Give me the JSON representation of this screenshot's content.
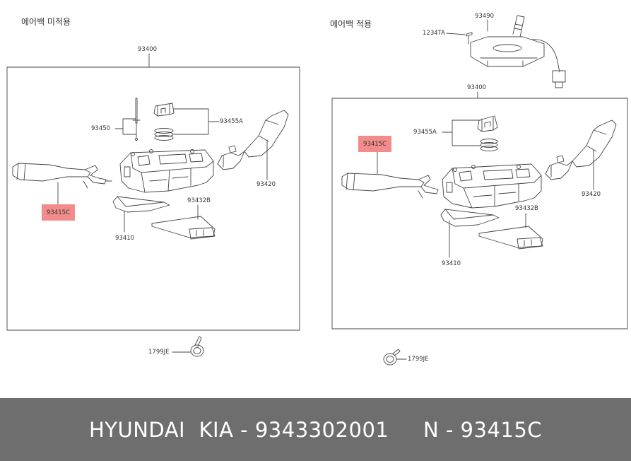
{
  "left_panel": {
    "header": "에어백 미적용",
    "labels": {
      "main": "93400",
      "rod": "93450",
      "spring": "93455A",
      "right_lever": "93420",
      "bracket": "93432B",
      "base": "93410",
      "clip": "1799JE"
    },
    "highlight": "93415C"
  },
  "right_panel": {
    "header": "에어백 적용",
    "labels": {
      "clock_spring": "93490",
      "screw": "1234TA",
      "main": "93400",
      "spring": "93455A",
      "right_lever": "93420",
      "bracket": "93432B",
      "base": "93410",
      "clip": "1799JE"
    },
    "highlight": "93415C"
  },
  "colors": {
    "highlight": "#f28b8b",
    "footer_bg": "#6e6e6e",
    "footer_text": "#ffffff"
  },
  "footer": {
    "text": "HYUNDAI  KIA - 9343302001     N - 93415C"
  }
}
